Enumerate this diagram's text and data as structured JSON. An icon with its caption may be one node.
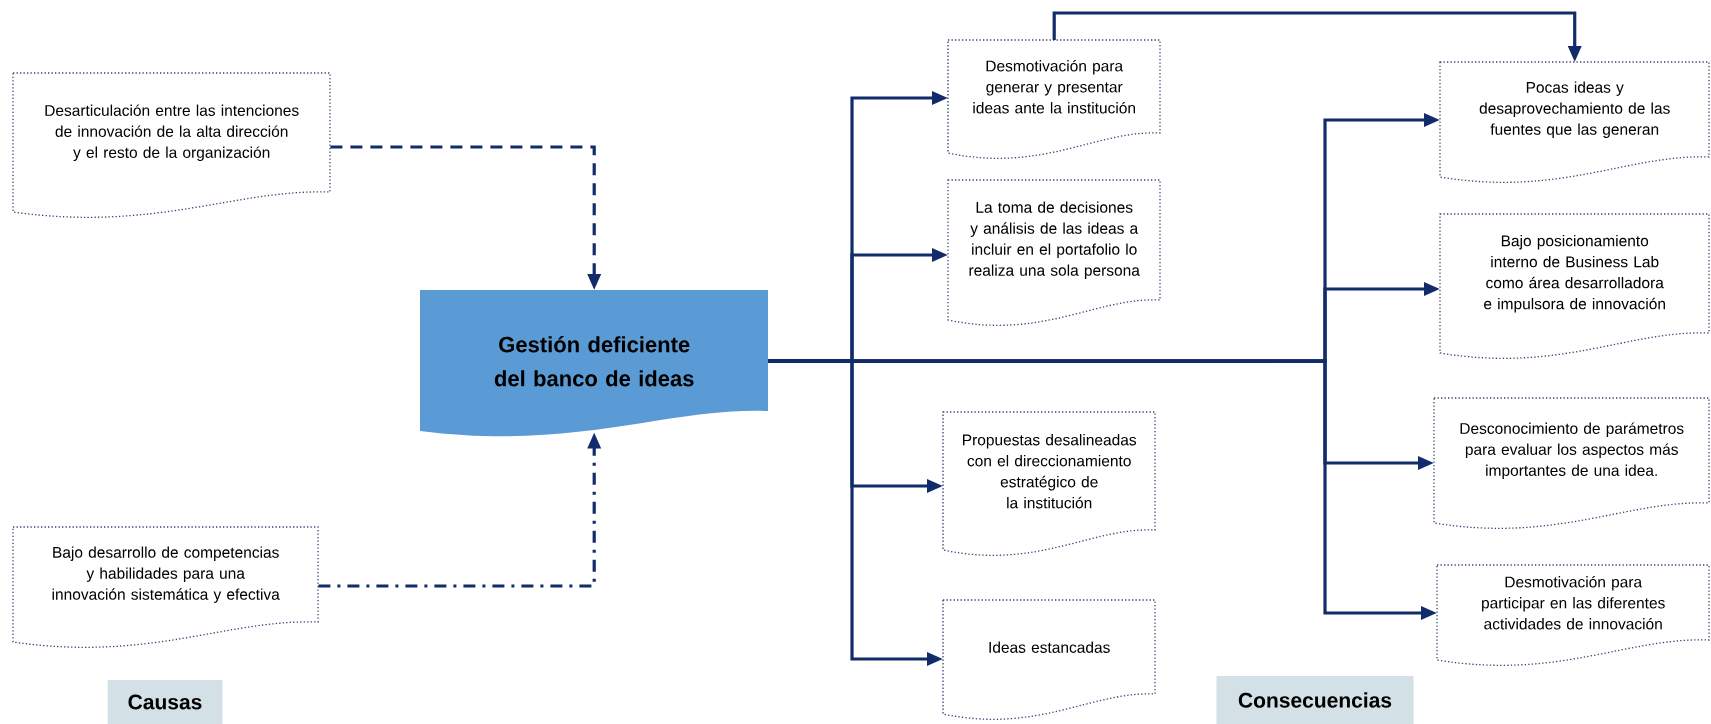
{
  "diagram": {
    "nodes": [
      {
        "text": [
          "Desarticulación entre las intenciones de innovación de la alta dirección y el resto de la organización"
        ]
      },
      {
        "text": [
          "Bajo desarrollo de competencias y habilidades para una innovación sistemática y efectiva"
        ]
      },
      {
        "text": [
          "Gestión deficiente del banco de ideas"
        ]
      },
      {
        "text": [
          "Desmotivación para generar y presentar ideas ante la institución"
        ]
      },
      {
        "text": [
          "La toma de decisiones y análisis de las ideas a incluir en el portafolio lo realiza una sola persona"
        ]
      },
      {
        "text": [
          "Propuestas desalineadas con el direccionamiento estratégico de la institución"
        ]
      },
      {
        "text": [
          "Ideas estancadas"
        ]
      },
      {
        "text": [
          "Pocas ideas y desaprovechamiento de las fuentes que las generan"
        ]
      },
      {
        "text": [
          "Bajo posicionamiento interno de Business Lab como área desarrolladora e impulsora de innovación"
        ]
      },
      {
        "text": [
          "Desconocimiento de parámetros para evaluar los aspectos más importantes de una idea."
        ]
      },
      {
        "text": [
          "Desmotivación para participar en las diferentes actividades de innovación"
        ]
      }
    ],
    "edges": [
      {
        "from": 0,
        "to": 2,
        "arrow": "to",
        "style": "dashed"
      },
      {
        "from": 1,
        "to": 2,
        "arrow": "to",
        "style": "dashed"
      },
      {
        "from": 2,
        "to": 3,
        "arrow": "to"
      },
      {
        "from": 2,
        "to": 4,
        "arrow": "to"
      },
      {
        "from": 2,
        "to": 5,
        "arrow": "to"
      },
      {
        "from": 2,
        "to": 6,
        "arrow": "to"
      },
      {
        "from": 2,
        "to": 7,
        "arrow": "to"
      },
      {
        "from": 2,
        "to": 8,
        "arrow": "to"
      },
      {
        "from": 2,
        "to": 9,
        "arrow": "to"
      },
      {
        "from": 2,
        "to": 10,
        "arrow": "to"
      },
      {
        "from": 3,
        "to": 7,
        "arrow": "to"
      }
    ],
    "labels": [
      "Causas",
      "Consecuencias"
    ]
  }
}
